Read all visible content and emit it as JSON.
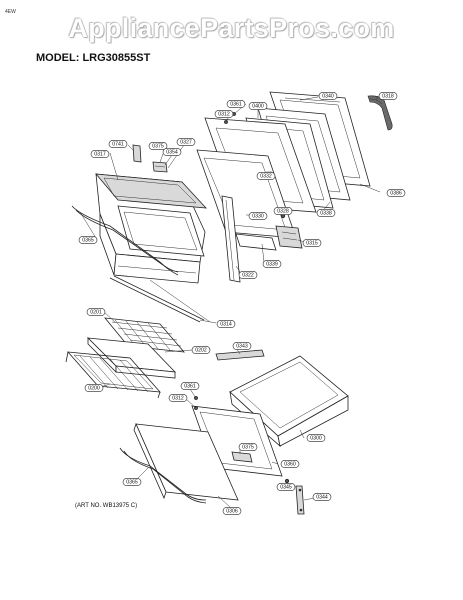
{
  "header": {
    "tag": "4EW",
    "watermark": "AppliancePartsPros.com",
    "model": "MODEL: LRG30855ST",
    "art_no": "(ART NO. WB13975 C)"
  },
  "callouts": [
    {
      "id": "0361-top",
      "label": "0361"
    },
    {
      "id": "0400",
      "label": "0400"
    },
    {
      "id": "0340",
      "label": "0340"
    },
    {
      "id": "0318",
      "label": "0318"
    },
    {
      "id": "0312-top",
      "label": "0312"
    },
    {
      "id": "0741",
      "label": "0741"
    },
    {
      "id": "0375-top",
      "label": "0375"
    },
    {
      "id": "0327",
      "label": "0327"
    },
    {
      "id": "0317",
      "label": "0317"
    },
    {
      "id": "0354",
      "label": "0354"
    },
    {
      "id": "0332",
      "label": "0332"
    },
    {
      "id": "0386",
      "label": "0386"
    },
    {
      "id": "0330",
      "label": "0330"
    },
    {
      "id": "0328",
      "label": "0328"
    },
    {
      "id": "0338",
      "label": "0338"
    },
    {
      "id": "0365-top",
      "label": "0365"
    },
    {
      "id": "0315",
      "label": "0315"
    },
    {
      "id": "0339",
      "label": "0339"
    },
    {
      "id": "0322",
      "label": "0322"
    },
    {
      "id": "0201",
      "label": "0201"
    },
    {
      "id": "0314",
      "label": "0314"
    },
    {
      "id": "0343",
      "label": "0343"
    },
    {
      "id": "0202",
      "label": "0202"
    },
    {
      "id": "0200",
      "label": "0200"
    },
    {
      "id": "0361-bottom",
      "label": "0361"
    },
    {
      "id": "0312-bottom",
      "label": "0312"
    },
    {
      "id": "0300",
      "label": "0300"
    },
    {
      "id": "0375-bottom",
      "label": "0375"
    },
    {
      "id": "0360",
      "label": "0360"
    },
    {
      "id": "0365-bottom",
      "label": "0365"
    },
    {
      "id": "0345",
      "label": "0345"
    },
    {
      "id": "0344",
      "label": "0344"
    },
    {
      "id": "0306",
      "label": "0306"
    }
  ]
}
